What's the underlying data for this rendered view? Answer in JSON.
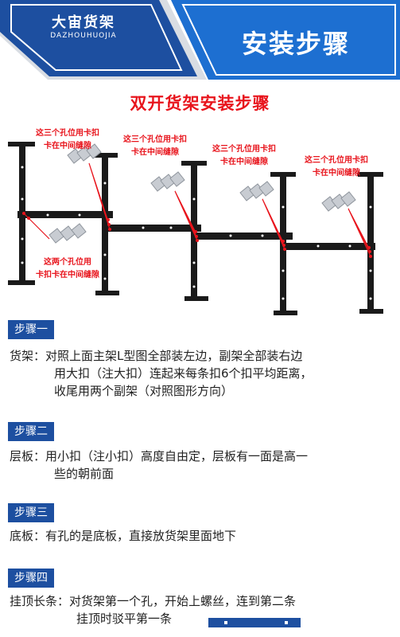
{
  "header": {
    "brand_cn": "大宙货架",
    "brand_en": "DAZHOUHUOJIA",
    "title": "安装步骤"
  },
  "main_title": "双开货架安装步骤",
  "callouts": [
    {
      "line1": "这三个孔位用卡扣",
      "line2": "卡在中间缝隙"
    },
    {
      "line1": "这三个孔位用卡扣",
      "line2": "卡在中间缝隙"
    },
    {
      "line1": "这三个孔位用卡扣",
      "line2": "卡在中间缝隙"
    },
    {
      "line1": "这三个孔位用卡扣",
      "line2": "卡在中间缝隙"
    },
    {
      "line1": "这两个孔位用",
      "line2": "卡扣卡在中间缝隙"
    }
  ],
  "steps": [
    {
      "label": "步骤一",
      "lines": [
        "货架：对照上面主架L型图全部装左边，副架全部装右边",
        "用大扣（注大扣）连起来每条扣6个扣平均距离，",
        "收尾用两个副架（对照图形方向）"
      ]
    },
    {
      "label": "步骤二",
      "lines": [
        "层板：用小扣（注小扣）高度自由定，层板有一面是高一",
        "些的朝前面"
      ]
    },
    {
      "label": "步骤三",
      "lines": [
        "底板：有孔的是底板，直接放货架里面地下"
      ]
    },
    {
      "label": "步骤四",
      "lines": [
        "挂顶长条：对货架第一个孔，开始上螺丝，连到第二条",
        "挂顶时驳平第一条"
      ]
    }
  ],
  "colors": {
    "brand_blue": "#1d4fa0",
    "accent_red": "#e8141c",
    "rack_black": "#1a1a1a"
  }
}
